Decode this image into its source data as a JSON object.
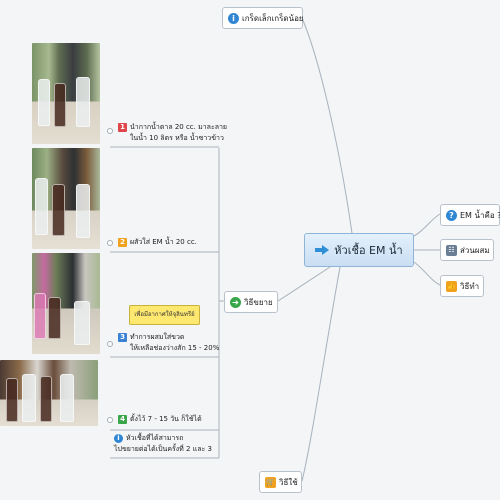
{
  "central": {
    "label": "หัวเชื้อ EM น้ำ",
    "icon": "arrow-right-icon"
  },
  "topics": {
    "top": {
      "label": "เกร็ดเล็กเกร็ดน้อย",
      "icon": "info-icon"
    },
    "what": {
      "label": "EM น้ำคือ ?",
      "icon": "question-icon"
    },
    "ingredients": {
      "label": "ส่วนผสม",
      "icon": "list-icon"
    },
    "howto": {
      "label": "วิธีทำ",
      "icon": "thumb-icon"
    },
    "expand": {
      "label": "วิธีขยาย",
      "icon": "arrow-circle-icon"
    },
    "usage": {
      "label": "วิธีใช้",
      "icon": "cart-icon"
    }
  },
  "steps": [
    {
      "num": "1",
      "line1": "นำกากน้ำตาล 20 cc. มาละลาย",
      "line2": "ในน้ำ 10 ลิตร  หรือ น้ำซาวข้าว",
      "color": "#e0474c"
    },
    {
      "num": "2",
      "line1": "ผสัวใส่ EM น้ำ 20 cc.",
      "line2": "",
      "color": "#f0a21f"
    },
    {
      "num": "3",
      "line1": "ทำการผสมใส่ขวด",
      "line2": "ให้เหลือช่องว่างสัก 15 - 20%",
      "color": "#3b82d4"
    },
    {
      "num": "4",
      "line1": "ตั้งไว้ 7 - 15 วัน ก็ใช้ได้",
      "line2": "",
      "color": "#3aa64a"
    }
  ],
  "callout": {
    "text": "เพื่อมีอากาศให้จุลินทรีย์"
  },
  "note": {
    "line1": "หัวเชื้อที่ได้สามารถ",
    "line2": "ไปขยายต่อได้เป็นครั้งที่ 2 และ 3",
    "icon": "info-icon"
  },
  "colors": {
    "info": "#2f86d3",
    "expand": "#3aa64a",
    "howto": "#f0a21f",
    "cart": "#f0a21f",
    "central_border": "#8fb4d8"
  }
}
